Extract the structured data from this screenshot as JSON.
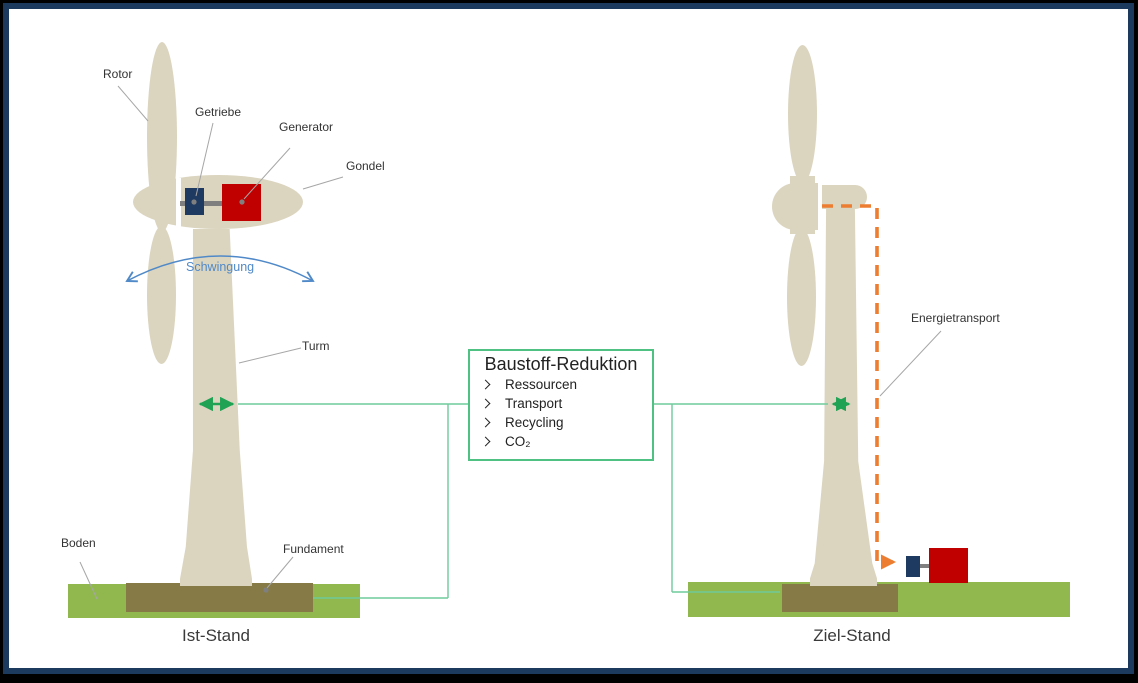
{
  "colors": {
    "frame_border": "#1c3a5e",
    "turbine_tan": "#dbd5bf",
    "gearbox_navy": "#1f3a60",
    "generator_red": "#c00000",
    "shaft_gray": "#7f7f7f",
    "ground_green": "#90b84f",
    "foundation_olive": "#867b46",
    "connector_green": "#6fcb9c",
    "arrow_green": "#1fa254",
    "box_border_green": "#4fc183",
    "energy_orange": "#ed7d31",
    "swing_blue": "#5089c8",
    "leader_gray": "#a6a6a6"
  },
  "left_diagram": {
    "caption": "Ist-Stand",
    "labels": {
      "rotor": "Rotor",
      "gearbox": "Getriebe",
      "generator": "Generator",
      "nacelle": "Gondel",
      "oscillation": "Schwingung",
      "tower": "Turm",
      "ground": "Boden",
      "foundation": "Fundament"
    }
  },
  "right_diagram": {
    "caption": "Ziel-Stand",
    "labels": {
      "energy_transport": "Energietransport"
    }
  },
  "reduction_box": {
    "title": "Baustoff-Reduktion",
    "items": [
      "Ressourcen",
      "Transport",
      "Recycling",
      "CO₂"
    ]
  }
}
